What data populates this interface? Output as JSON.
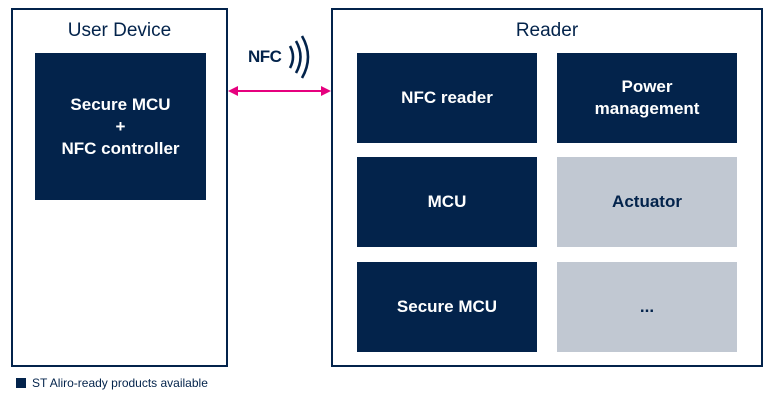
{
  "user_device": {
    "title": "User Device",
    "block": {
      "lines": [
        "Secure MCU",
        "+",
        "NFC controller"
      ],
      "style": "dark"
    }
  },
  "link": {
    "label": "NFC",
    "arrow_color": "#e6007e"
  },
  "reader": {
    "title": "Reader",
    "blocks": [
      {
        "label": "NFC reader",
        "style": "dark"
      },
      {
        "label": "Power management",
        "style": "dark"
      },
      {
        "label": "MCU",
        "style": "dark"
      },
      {
        "label": "Actuator",
        "style": "light"
      },
      {
        "label": "Secure MCU",
        "style": "dark"
      },
      {
        "label": "...",
        "style": "light"
      }
    ]
  },
  "legend": {
    "label": "ST Aliro-ready products available",
    "color": "#03234b"
  },
  "colors": {
    "dark": "#03234b",
    "light": "#c1c8d2",
    "accent": "#e6007e"
  }
}
